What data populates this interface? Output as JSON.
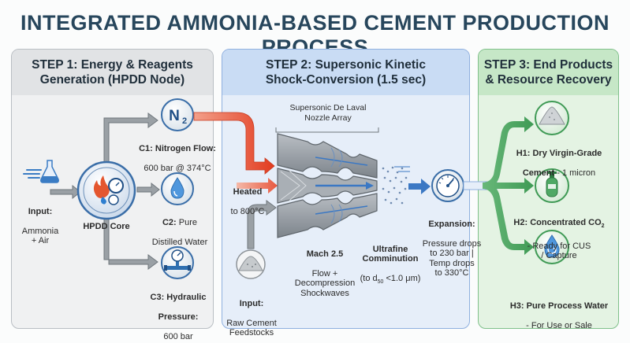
{
  "title": "INTEGRATED AMMONIA-BASED CEMENT PRODUCTION PROCESS",
  "step1": {
    "header": "STEP 1: Energy & Reagents\nGeneration (HPDD Node)",
    "input_title": "Input:",
    "input_text": "Ammonia\n+ Air",
    "core_label": "HPDD Core",
    "n2_symbol": "N",
    "n2_sub": "2",
    "c1_title": "C1: Nitrogen Flow:",
    "c1_text": "600 bar @ 374°C",
    "c2_title": "C2:",
    "c2_title_rest": " Pure",
    "c2_text": "Distilled Water",
    "c3_title": "C3: Hydraulic",
    "c3_title2": "Pressure:",
    "c3_text": "600 bar"
  },
  "step2": {
    "header": "STEP 2: Supersonic Kinetic\nShock-Conversion (1.5 sec)",
    "nozzle_label": "Supersonic De Laval\nNozzle Array",
    "heated_title": "Heated",
    "heated_text": "to 800°C",
    "mach_title": "Mach 2.5",
    "mach_text": "Flow +\nDecompression\nShockwaves",
    "ultrafine_title": "Ultrafine\nComminution",
    "ultrafine_text_pre": "(to d",
    "ultrafine_sub": "50",
    "ultrafine_text_post": " <1.0 μm)",
    "input_title": "Input:",
    "input_text": "Raw Cement\nFeedstocks",
    "expansion_title": "Expansion:",
    "expansion_text": "Pressure drops\nto 230 bar |\nTemp drops\nto 330°C"
  },
  "step3": {
    "header": "STEP 3: End Products\n& Resource Recovery",
    "h1_title": "H1: Dry Virgin-Grade",
    "h1_title2": "Cement",
    "h1_text": " - 1 micron",
    "h2_title_pre": "H2: Concentrated CO",
    "h2_sub": "2",
    "h2_text": "- Ready for CUS\n/ Capture",
    "h3_title": "H3: Pure Process Water",
    "h3_text": "- For Use or Sale"
  },
  "icons": [
    "reagents-icon",
    "hpdd-core-icon",
    "n2-icon",
    "water-drop-icon",
    "pressure-gauge-icon",
    "powder-pile-icon",
    "nozzle-array-icon",
    "expansion-gauge-icon",
    "cement-pile-icon",
    "gas-cylinder-icon",
    "water-recycle-icon"
  ],
  "colors": {
    "title": "#27465c",
    "step1_bg": "#f0f1f2",
    "step2_bg": "#e6eef9",
    "step3_bg": "#e4f3e3",
    "heat_arrow": "#e8462a",
    "blue_arrow": "#3b78c4",
    "green_arrow": "#3f9a55",
    "gray_arrow": "#8d9398"
  }
}
